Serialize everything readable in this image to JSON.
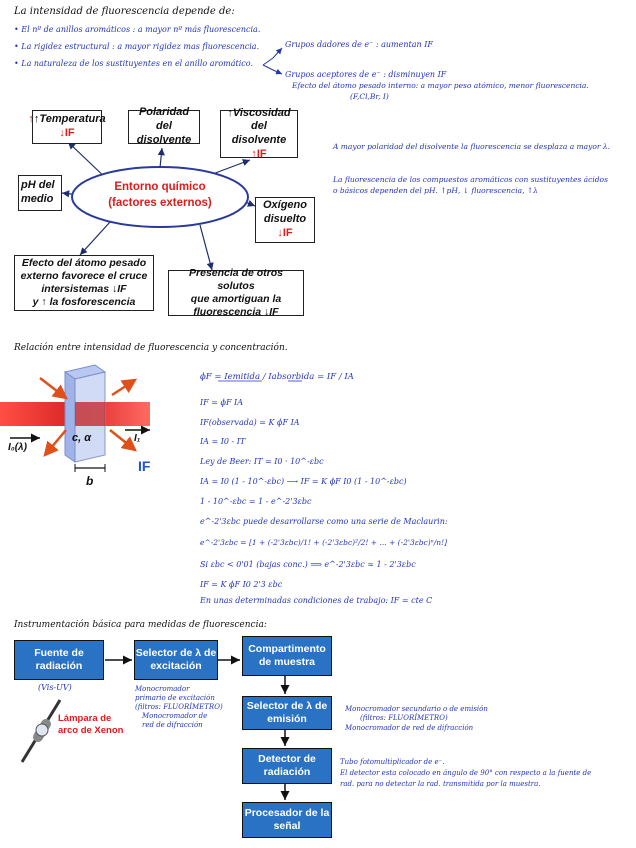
{
  "section1": {
    "heading": "La intensidad de fluorescencia depende de:",
    "bullets": [
      "• El nº de anillos aromáticos : a mayor nº más fluorescencia.",
      "• La rigidez estructural : a mayor rigidez mas fluorescencia.",
      "• La naturaleza de los sustituyentes en el anillo aromático."
    ],
    "donors": "Grupos dadores de e⁻ : aumentan IF",
    "acceptors": "Grupos aceptores de e⁻ : disminuyen IF",
    "heavy_atom": "Efecto del átomo pesado interno: a mayor peso atómico, menor fluorescencia.",
    "heavy_atom_list": "(F,Cl,Br, I)"
  },
  "diagram": {
    "center": [
      "Entorno químico",
      "(factores externos)"
    ],
    "temperatura": [
      "↑Temperatura",
      "↓IF"
    ],
    "polaridad": [
      "Polaridad del",
      "disolvente"
    ],
    "viscosidad": [
      "↑Viscosidad",
      "del disolvente",
      "↑IF"
    ],
    "ph": [
      "pH del",
      "medio"
    ],
    "oxigeno": [
      "Oxígeno",
      "disuelto",
      "↓IF"
    ],
    "atomo_pesado": [
      "Efecto del átomo pesado",
      "externo  favorece el cruce",
      "intersistemas ↓IF",
      "y ↑ la fosforescencia"
    ],
    "solutos": [
      "Presencia de otros solutos",
      "que amortiguan la",
      "fluorescencia ↓IF"
    ],
    "note_polarity": "A mayor polaridad del disolvente la fluorescencia se desplaza a mayor λ.",
    "note_ph": [
      "La fluorescencia de los compuestos aromáticos con sustituyentes ácidos",
      "o básicos dependen del pH.   ↑pH, ↓ fluorescencia, ↑λ"
    ]
  },
  "section2": {
    "heading": "Relación entre intensidad de fluorescencia y concentración.",
    "cell_labels": {
      "c": "c, α",
      "i0": "I₀(λ)",
      "i1": "I₁",
      "b": "b",
      "if": "IF"
    },
    "eq": [
      "ϕF =  Iemitida / Iabsorbida  =  IF / IA",
      "IF = ϕF IA",
      "IF(observada) = K ϕF IA",
      "IA = I0 - IT",
      "Ley de Beer:  IT = I0 · 10^-εbc",
      "IA = I0 (1 - 10^-εbc)  ⟶  IF = K ϕF I0 (1 - 10^-εbc)",
      "1 - 10^-εbc = 1 - e^-2'3εbc",
      "e^-2'3εbc  puede desarrollarse como una serie de Maclaurin:",
      "e^-2'3εbc = [1 + (-2'3εbc)/1! + (-2'3εbc)²/2! + ... + (-2'3εbc)ⁿ/n!]",
      "Si  εbc < 0'01  (bajas conc.) ⟹  e^-2'3εbc ≈ 1 - 2'3εbc",
      "IF = K ϕF I0 2'3 εbc",
      "En unas determinadas condiciones de trabajo:  IF = cte C"
    ]
  },
  "section3": {
    "heading": "Instrumentación básica para medidas de fluorescencia:",
    "fuente": "Fuente de radiación",
    "vis_uv": "(Vis-UV)",
    "selector_exc": "Selector de λ de excitación",
    "exc_notes": [
      "Monocromador",
      "primario de excitación",
      "(filtros: FLUORÍMETRO)",
      "Monocromador de",
      "red de difracción"
    ],
    "compartimento": "Compartimento de muestra",
    "selector_em": "Selector de λ de emisión",
    "em_notes": [
      "Monocromador secundario o de emisión",
      "(filtros: FLUORÍMETRO)",
      "Monocromador de red de difracción"
    ],
    "detector": "Detector de radiación",
    "det_notes": [
      "Tubo fotomultiplicador de e⁻.",
      "El detector esta colocado en ángulo de 90° con respecto a la fuente de",
      "rad. para no detectar la rad. transmitida por la muestra."
    ],
    "procesador": "Procesador de la señal",
    "lampara": [
      "Lámpara de",
      "arco de Xenon"
    ]
  }
}
